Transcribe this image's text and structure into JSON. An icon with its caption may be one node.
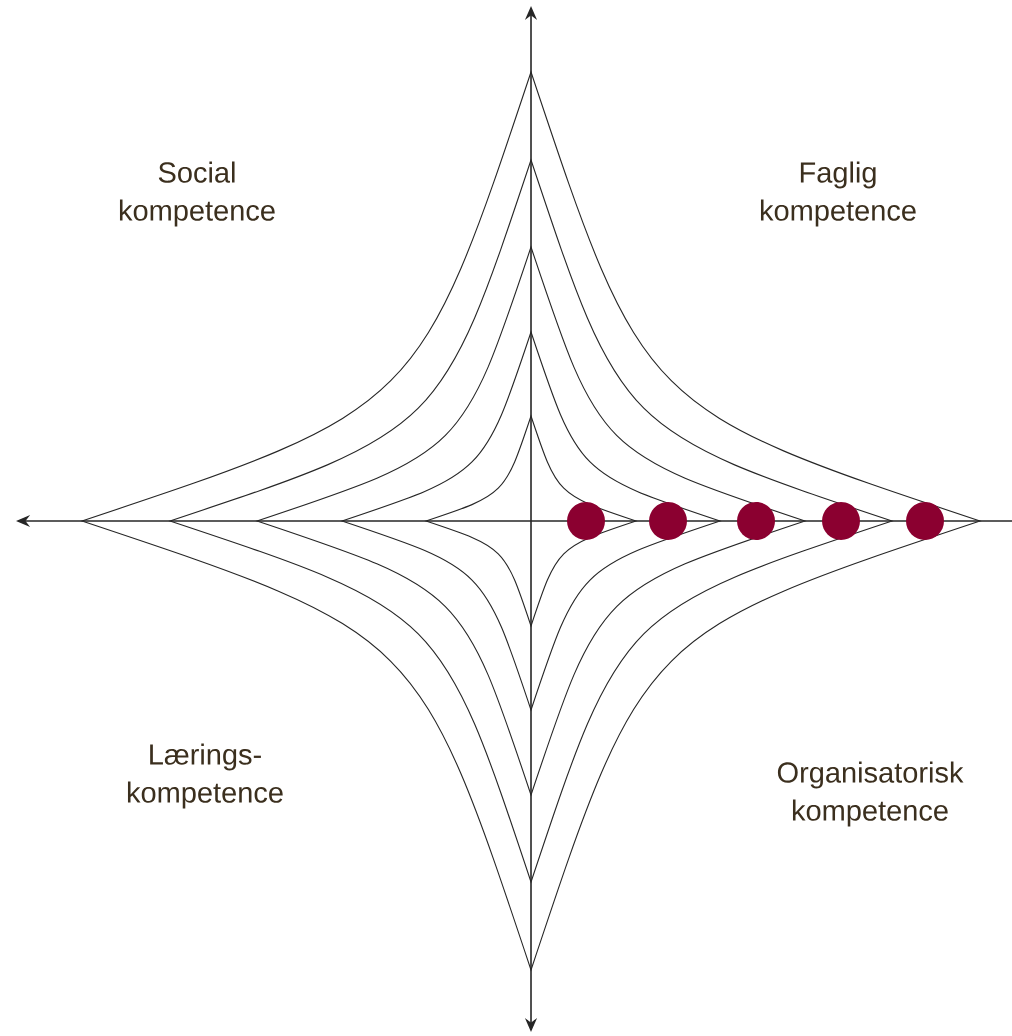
{
  "diagram": {
    "labels": [
      "Social kompetence",
      "Faglig kompetence",
      "Lærings- kompetence",
      "Organisatorisk kompetence"
    ]
  }
}
